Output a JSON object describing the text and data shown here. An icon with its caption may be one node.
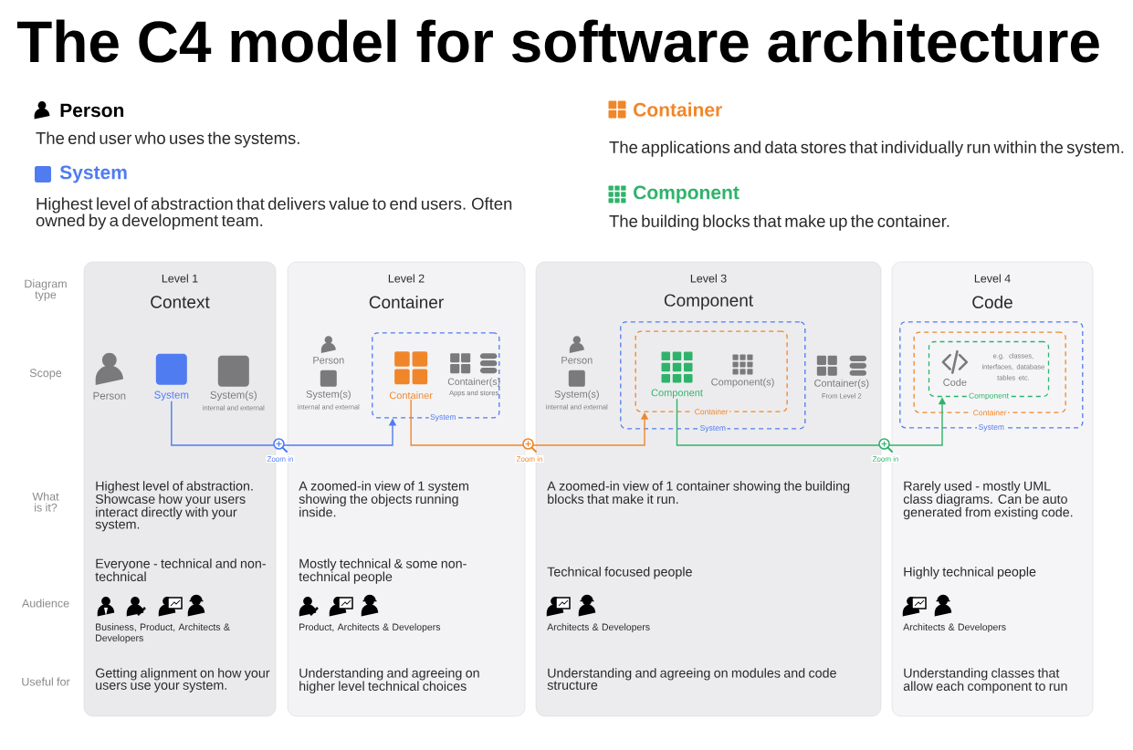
{
  "diagram": {
    "title": "The C4 model for software architecture",
    "nodes": [
      {
        "text": [
          "Level 1",
          "Context",
          "Highest level of abstraction. Showcase how your users interact directly with your system.",
          "Everyone - technical and non-technical",
          "Business, Product, Architects & Developers",
          "Getting alignment on how your users use your system."
        ]
      },
      {
        "text": [
          "Person"
        ],
        "in": 0
      },
      {
        "text": [
          "System"
        ],
        "in": 0
      },
      {
        "text": [
          "System(s)",
          "internal and external"
        ],
        "in": 0
      },
      {
        "text": [
          "Level 2",
          "Container",
          "A zoomed-in view of 1 system showing the objects running inside.",
          "Mostly technical & some non-technical people",
          "Product, Architects & Developers",
          "Understanding and agreeing on higher level technical choices"
        ]
      },
      {
        "text": [
          "Person"
        ],
        "in": 4
      },
      {
        "text": [
          "System(s)",
          "internal and external"
        ],
        "in": 4
      },
      {
        "text": [
          "System"
        ],
        "in": 4
      },
      {
        "text": [
          "Container"
        ],
        "in": 7
      },
      {
        "text": [
          "Container(s)",
          "Apps and stores"
        ],
        "in": 7
      },
      {
        "text": [
          "Level 3",
          "Component",
          "A zoomed-in view of 1 container showing the building blocks that make it run.",
          "Technical focused people",
          "Architects & Developers",
          "Understanding and agreeing on modules and code structure"
        ]
      },
      {
        "text": [
          "Person"
        ],
        "in": 10
      },
      {
        "text": [
          "System(s)",
          "internal and external"
        ],
        "in": 10
      },
      {
        "text": [
          "System"
        ],
        "in": 10
      },
      {
        "text": [
          "Container"
        ],
        "in": 13
      },
      {
        "text": [
          "Component"
        ],
        "in": 14
      },
      {
        "text": [
          "Component(s)"
        ],
        "in": 14
      },
      {
        "text": [
          "Container(s)",
          "From Level 2"
        ],
        "in": 10
      },
      {
        "text": [
          "Level 4",
          "Code",
          "Rarely used - mostly UML class diagrams. Can be auto generated from existing code.",
          "Highly technical people",
          "Architects & Developers",
          "Understanding classes that allow each component to run"
        ]
      },
      {
        "text": [
          "System"
        ],
        "in": 18
      },
      {
        "text": [
          "Container"
        ],
        "in": 19
      },
      {
        "text": [
          "Component"
        ],
        "in": 20
      },
      {
        "text": [
          "Code",
          "e.g. classes, interfaces, database tables etc."
        ],
        "in": 21
      }
    ],
    "edges": [
      {
        "from": 2,
        "to": 7,
        "arrow": "to",
        "label": "Zoom in",
        "color": "#4f7cf0"
      },
      {
        "from": 8,
        "to": 14,
        "arrow": "to",
        "label": "Zoom in",
        "color": "#f0862a"
      },
      {
        "from": 15,
        "to": 21,
        "arrow": "to",
        "label": "Zoom in",
        "color": "#2fb36b"
      }
    ],
    "labels": [
      "The end user who uses the systems.",
      "Highest level of abstraction that delivers value to end users. Often owned by a development team.",
      "The applications and data stores that individually run within the system.",
      "The building blocks that make up the container.",
      "Diagram type",
      "Scope",
      "What is it?",
      "Audience",
      "Useful for"
    ],
    "legend": [
      {
        "text": "Person"
      },
      {
        "text": "System",
        "color": "#4f7cf0"
      },
      {
        "text": "Container",
        "color": "#f0862a"
      },
      {
        "text": "Component",
        "color": "#2fb36b"
      }
    ]
  }
}
